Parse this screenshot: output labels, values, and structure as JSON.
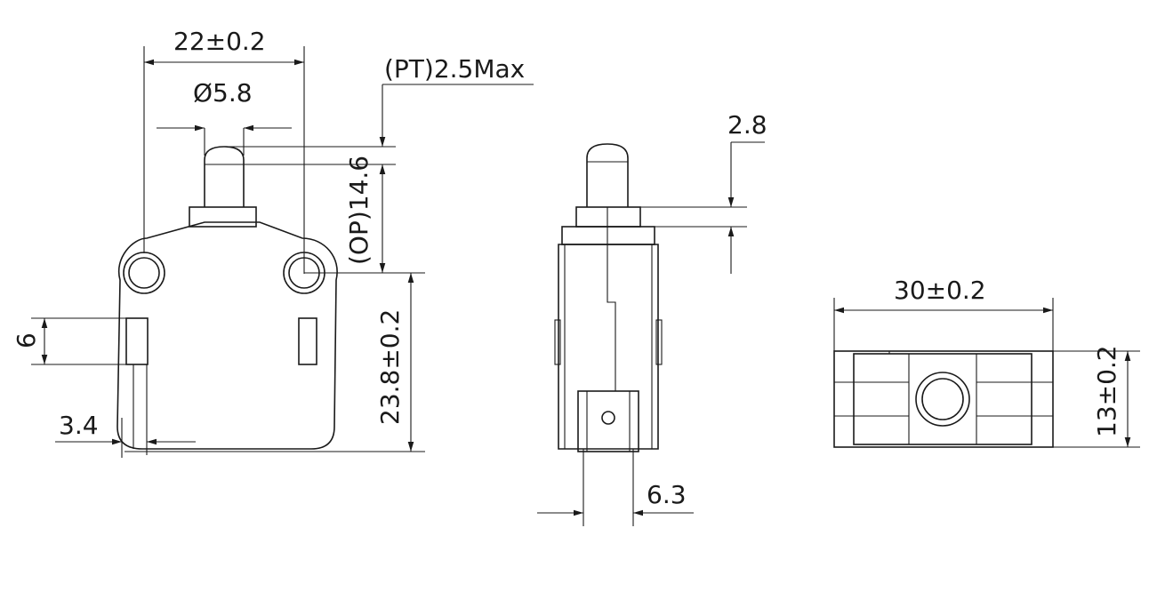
{
  "dimensions": {
    "width_22": "22±0.2",
    "dia_5_8": "Ø5.8",
    "pt_max": "(PT)2.5Max",
    "op_14_6": "(OP)14.6",
    "height_23_8": "23.8±0.2",
    "six": "6",
    "three_four": "3.4",
    "two_eight": "2.8",
    "six_three": "6.3",
    "width_30": "30±0.2",
    "thirteen": "13±0.2"
  },
  "colors": {
    "line": "#1a1a1a",
    "background": "#ffffff"
  }
}
